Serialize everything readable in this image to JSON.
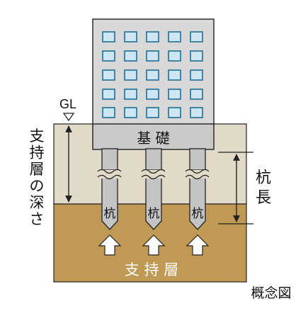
{
  "labels": {
    "gl": "GL",
    "foundation": "基 礎",
    "support_depth": [
      "支",
      "持",
      "層",
      "の",
      "深",
      "さ"
    ],
    "pile_length": [
      "杭",
      "長"
    ],
    "pile_marks": [
      "杭",
      "杭",
      "杭"
    ],
    "bearing_layer": "支 持 層",
    "caption": "概念図"
  },
  "colors": {
    "upper_soil": "#e2dac8",
    "bearing_layer": "#c09a54",
    "building": "#d8d8d8",
    "window_fill": "#cde6f2",
    "window_border": "#1e6f98",
    "pile": "#c4c4c4",
    "outline": "#222222"
  },
  "icons": [
    "ground-level-marker-icon",
    "up-arrow-icon",
    "dimension-arrow-icon"
  ]
}
